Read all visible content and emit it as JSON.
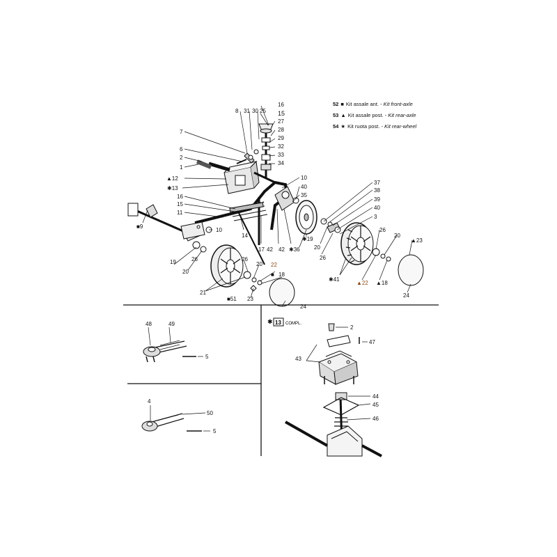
{
  "legend": [
    {
      "num": "52",
      "symbol": "■",
      "it_label": "Kit assale ant.",
      "en_label": "Kit front-axle"
    },
    {
      "num": "53",
      "symbol": "▲",
      "it_label": "Kit assale post.",
      "en_label": "Kit rear-axle"
    },
    {
      "num": "54",
      "symbol": "★",
      "it_label": "Kit ruota post.",
      "en_label": "Kit rear-wheel"
    }
  ],
  "compl_box": {
    "prefix": "✱",
    "num": "13",
    "suffix": "COMPL."
  },
  "main_labels": {
    "l16a": "16",
    "l15a": "15",
    "l27": "27",
    "l28": "28",
    "l29": "29",
    "l32": "32",
    "l33": "33",
    "l34": "34",
    "l8": "8",
    "l31": "31",
    "l30": "30",
    "l25": "25",
    "l7": "7",
    "l6": "6",
    "l2": "2",
    "l1": "1",
    "l12": "▲12",
    "l13": "✱13",
    "l16b": "16",
    "l15b": "15",
    "l11": "11",
    "l9": "■9",
    "l10a": "10",
    "l14": "14",
    "l17": "17",
    "l42a": "42",
    "l42b": "42",
    "l36": "✱36",
    "l19a": "✱19",
    "l10b": "10",
    "l40a": "40",
    "l35": "35",
    "l37": "37",
    "l38": "38",
    "l39": "39",
    "l40b": "40",
    "l3": "3",
    "l26a": "26",
    "l20a": "20",
    "l26b": "26",
    "l41": "✱41",
    "l20b": "20",
    "l23a": "▲23",
    "l22a": "▲22",
    "l18a": "▲18",
    "l24a": "24",
    "l19b": "19",
    "l26c": "26",
    "l20c": "20",
    "l26d": "26",
    "l20d": "20",
    "l22b": "22",
    "l18b": "18",
    "l22c": "■",
    "l21": "21",
    "l51": "■51",
    "l23b": "23",
    "l24b": "24"
  },
  "bl_labels": {
    "l48": "48",
    "l49": "49",
    "l5a": "5",
    "l4": "4",
    "l50": "50",
    "l5b": "5"
  },
  "br_labels": {
    "l2": "2",
    "l47": "47",
    "l43": "43",
    "l44": "44",
    "l45": "45",
    "l46": "46"
  }
}
